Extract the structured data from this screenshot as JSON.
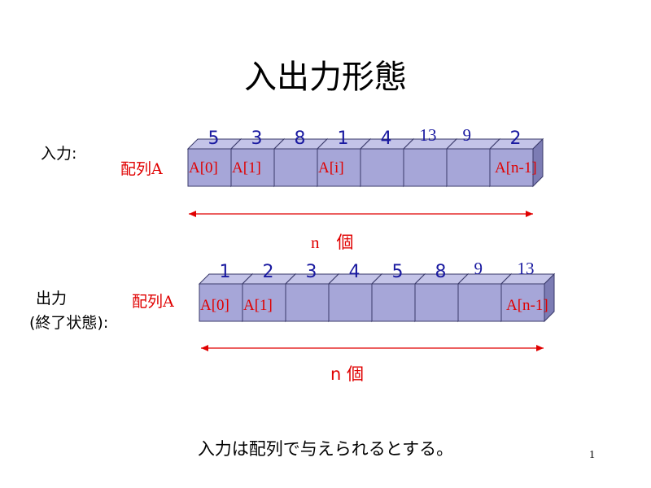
{
  "title": "入出力形態",
  "input": {
    "label": "入力:",
    "array_label": "配列A",
    "values": [
      "5",
      "3",
      "8",
      "1",
      "4",
      "13",
      "9",
      "2"
    ],
    "cell_labels": [
      "A[0]",
      "A[1]",
      "",
      "A[i]",
      "",
      "",
      "",
      "A[n-1]"
    ],
    "count_label": "n　個"
  },
  "output": {
    "label_line1": "出力",
    "label_line2": "(終了状態):",
    "array_label": "配列A",
    "values": [
      "1",
      "2",
      "3",
      "4",
      "5",
      "8",
      "9",
      "13"
    ],
    "cell_labels": [
      "A[0]",
      "A[1]",
      "",
      "",
      "",
      "",
      "",
      "A[n-1]"
    ],
    "count_label": "n 個"
  },
  "caption": "入力は配列で与えられるとする。",
  "page_number": "1",
  "colors": {
    "cube_front": "#a6a6d8",
    "cube_top": "#c4c4e8",
    "cube_side": "#7c7cb4",
    "value_text": "#1a1aa0",
    "red": "#e00000"
  }
}
